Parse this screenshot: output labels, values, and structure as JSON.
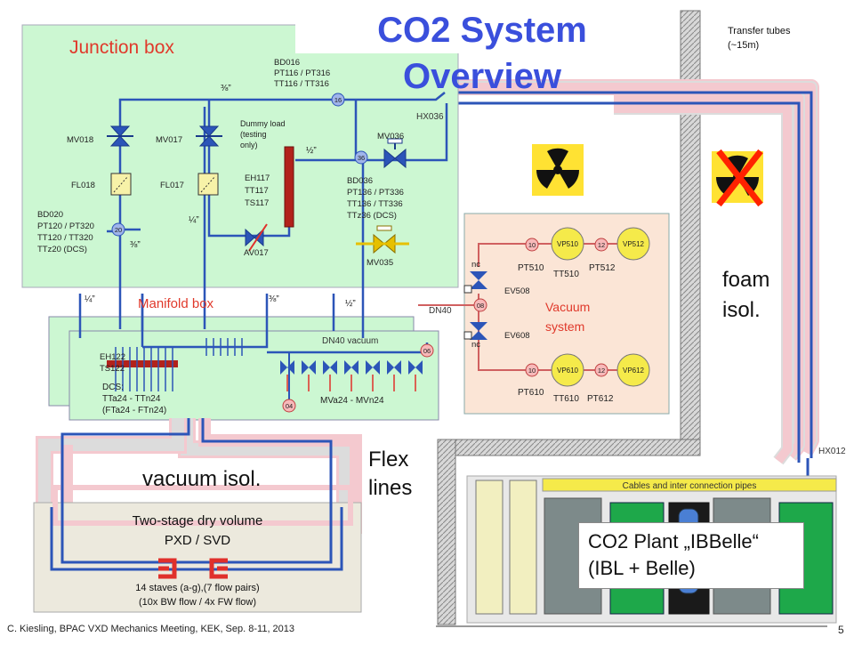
{
  "title": "CO2 System Overview",
  "transfer_tubes": [
    "Transfer tubes",
    "(~15m)"
  ],
  "junction_box": "Junction box",
  "manifold_box": "Manifold box",
  "vacuum_system": [
    "Vacuum",
    "system"
  ],
  "foam_isol": [
    "foam",
    "isol."
  ],
  "flex_lines": [
    "Flex",
    "lines"
  ],
  "vacuum_isol": "vacuum isol.",
  "dry_volume": [
    "Two-stage dry volume",
    "PXD / SVD"
  ],
  "staves": [
    "14 staves (a-g),(7 flow pairs)",
    "(10x BW flow / 4x FW flow)"
  ],
  "plant": [
    "CO2 Plant „IBBelle“",
    "(IBL + Belle)"
  ],
  "cables": "Cables and inter connection pipes",
  "footer": "C. Kiesling, BPAC VXD Mechanics Meeting, KEK, Sep. 8-11, 2013",
  "page_number": "5",
  "hx012": "HX012",
  "hx036": "HX036",
  "dn40": "DN40",
  "dn40_vacuum": "DN40 vacuum",
  "bd016": [
    "BD016",
    "PT116 / PT316",
    "TT116 / TT316"
  ],
  "bd036": [
    "BD036",
    "PT136 / PT336",
    "TT136 / TT336",
    "TTz36 (DCS)"
  ],
  "bd020": [
    "BD020",
    "PT120 / PT320",
    "TT120 / TT320",
    "TTz20 (DCS)"
  ],
  "dummy_load": [
    "Dummy load",
    "(testing",
    "only)"
  ],
  "eh117": [
    "EH117",
    "TT117",
    "TS117"
  ],
  "eh122": [
    "EH122",
    "TS122"
  ],
  "dcs": [
    "DCS:",
    "TTa24 - TTn24",
    "(FTa24 - FTn24)"
  ],
  "mva": "MVa24 - MVn24",
  "valves": {
    "mv018": "MV018",
    "mv017": "MV017",
    "mv036": "MV036",
    "mv035": "MV035",
    "fl018": "FL018",
    "fl017": "FL017",
    "av017": "AV017",
    "ev508": "EV508",
    "ev608": "EV608",
    "nc": "nc"
  },
  "pipe_sizes": {
    "three_eighths": "⅜”",
    "half": "½”",
    "quarter": "¼”"
  },
  "sensors": {
    "pt510": "PT510",
    "tt510": "TT510",
    "pt512": "PT512",
    "pt610": "PT610",
    "tt610": "TT610",
    "pt612": "PT612"
  },
  "pumps": {
    "vp510": "VP510",
    "vp512": "VP512",
    "vp610": "VP610",
    "vp612": "VP612"
  },
  "nodes": {
    "n16": "16",
    "n36": "36",
    "n20": "20",
    "n06": "06",
    "n04": "04",
    "n08": "08",
    "n10a": "10",
    "n12a": "12",
    "n10b": "10",
    "n12b": "12"
  },
  "colors": {
    "pipe": "#2c55b8",
    "title": "#3a4fdc",
    "red_label": "#e0392b",
    "junction_fill": "#ccf7d2",
    "vacuum_fill": "#fbe5d6",
    "dry_fill": "#ece9dd",
    "hazard": "#ffe233",
    "plant_green": "#1ea84a"
  }
}
